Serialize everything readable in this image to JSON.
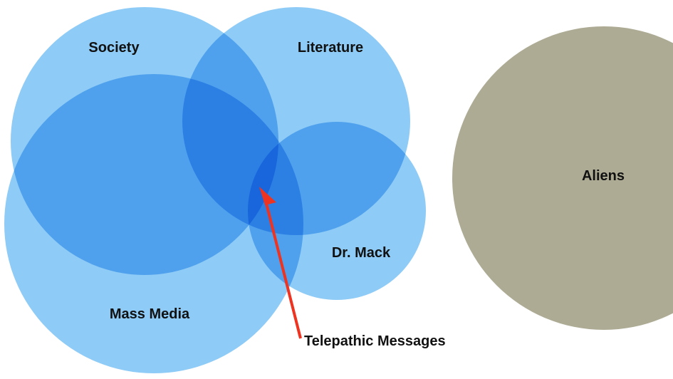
{
  "colors": {
    "venn_fill": "#8ecbf6",
    "outsider_fill": "#adab94",
    "arrow": "#ee3420",
    "text": "#111111",
    "background": "#ffffff"
  },
  "sets": {
    "society": "Society",
    "literature": "Literature",
    "mass_media": "Mass Media",
    "dr_mack": "Dr. Mack"
  },
  "outsider": {
    "label": "Aliens"
  },
  "annotation": {
    "label": "Telepathic Messages"
  }
}
